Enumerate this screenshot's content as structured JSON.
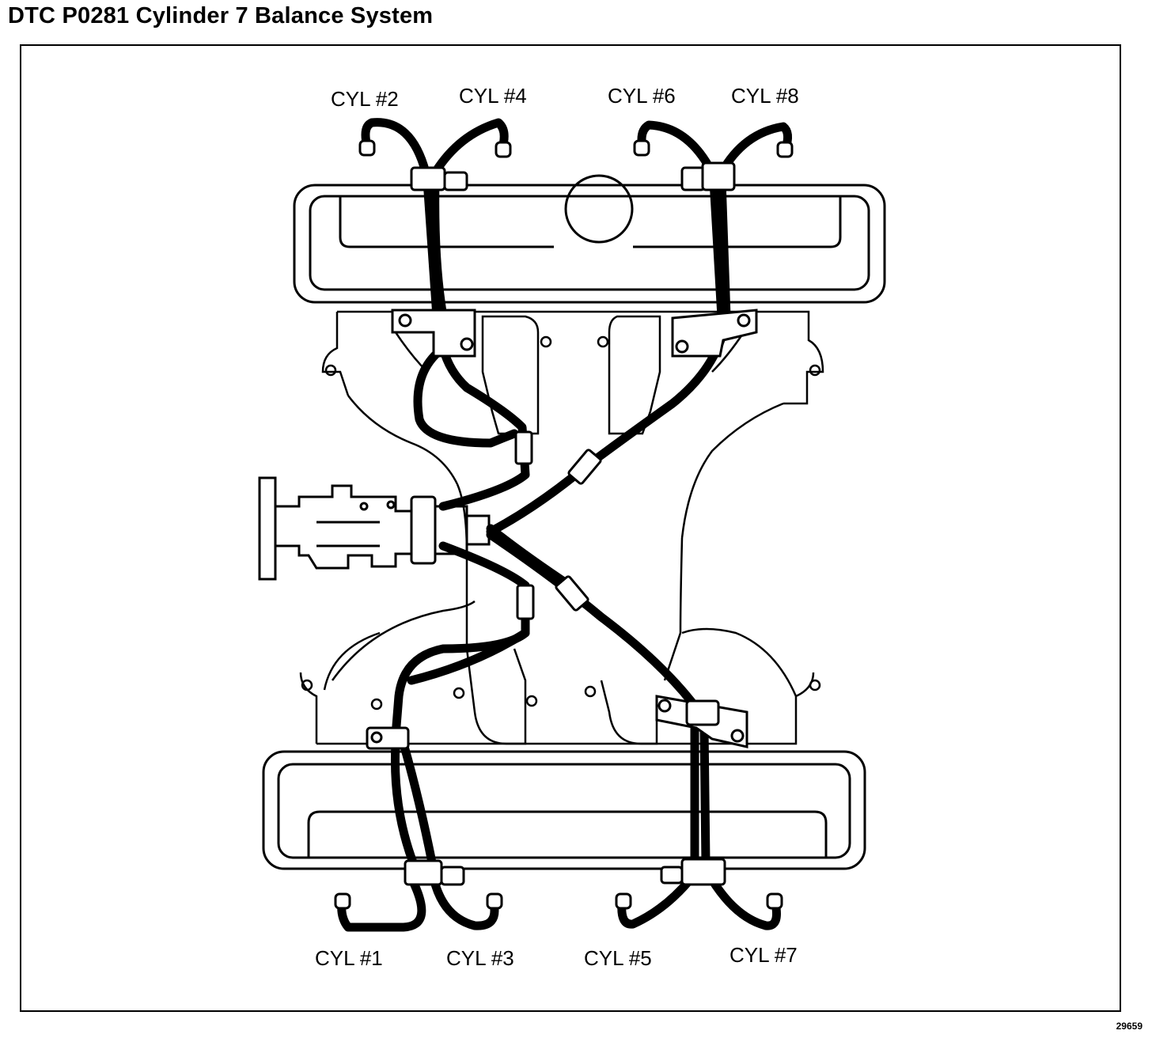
{
  "title": "DTC P0281 Cylinder 7 Balance System",
  "figure_number": "29659",
  "cylinders": {
    "cyl2": "CYL #2",
    "cyl4": "CYL #4",
    "cyl6": "CYL #6",
    "cyl8": "CYL #8",
    "cyl1": "CYL #1",
    "cyl3": "CYL #3",
    "cyl5": "CYL #5",
    "cyl7": "CYL #7"
  }
}
